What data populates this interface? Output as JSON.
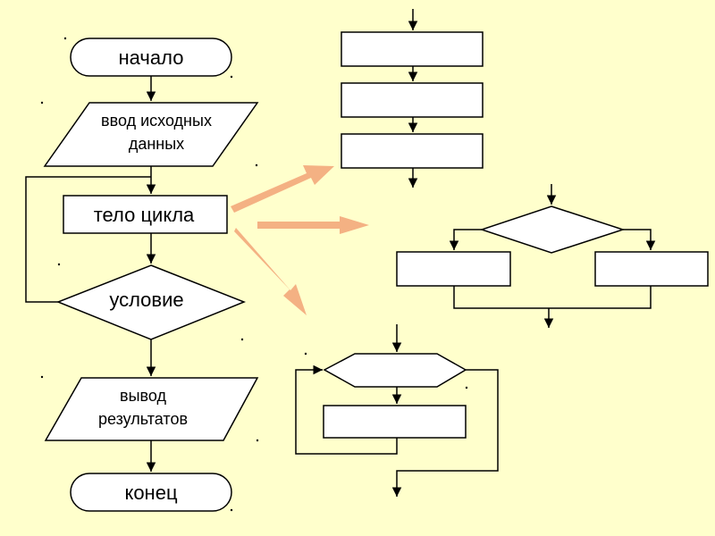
{
  "colors": {
    "background": "#FFFFCC",
    "shape_fill": "#FFFFFF",
    "stroke": "#000000",
    "arrow_accent": "#F4B183"
  },
  "main_flowchart": {
    "start_label": "начало",
    "input_label_line1": "ввод исходных",
    "input_label_line2": "данных",
    "loop_body_label": "тело цикла",
    "condition_label": "условие",
    "output_label_line1": "вывод",
    "output_label_line2": "результатов",
    "end_label": "конец"
  },
  "examples": {
    "sequence_block_count": 3,
    "branch_structure": "if-else",
    "loop_structure": "loop-with-precondition"
  }
}
